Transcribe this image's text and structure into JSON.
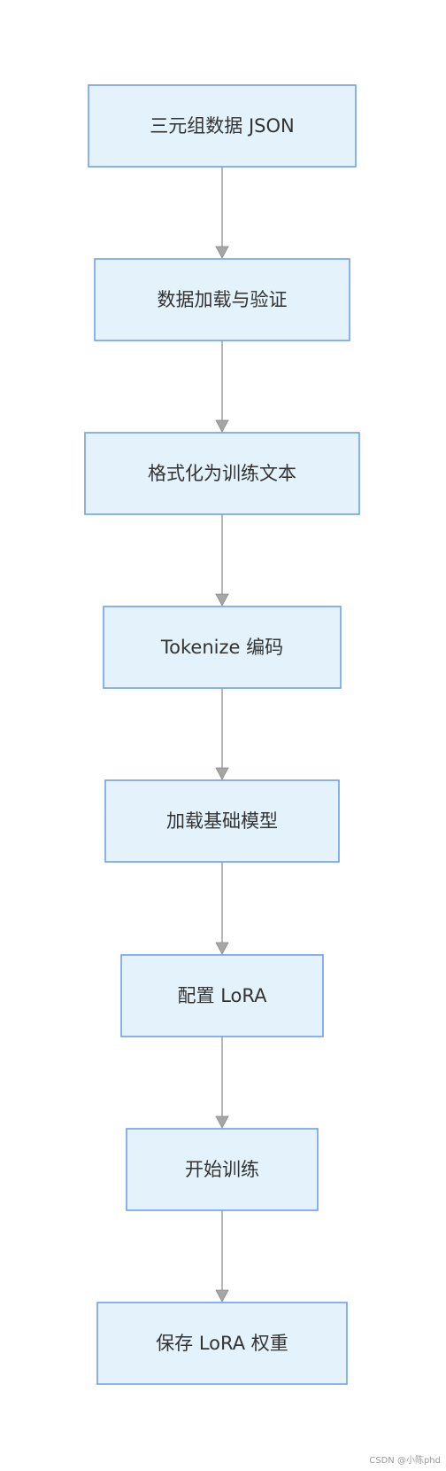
{
  "diagram": {
    "nodes": [
      {
        "id": "n1",
        "label": "三元组数据 JSON"
      },
      {
        "id": "n2",
        "label": "数据加载与验证"
      },
      {
        "id": "n3",
        "label": "格式化为训练文本"
      },
      {
        "id": "n4",
        "label": "Tokenize 编码"
      },
      {
        "id": "n5",
        "label": "加载基础模型"
      },
      {
        "id": "n6",
        "label": "配置 LoRA"
      },
      {
        "id": "n7",
        "label": "开始训练"
      },
      {
        "id": "n8",
        "label": "保存 LoRA 权重"
      }
    ],
    "edges": [
      {
        "from": "n1",
        "to": "n2"
      },
      {
        "from": "n2",
        "to": "n3"
      },
      {
        "from": "n3",
        "to": "n4"
      },
      {
        "from": "n4",
        "to": "n5"
      },
      {
        "from": "n5",
        "to": "n6"
      },
      {
        "from": "n6",
        "to": "n7"
      },
      {
        "from": "n7",
        "to": "n8"
      }
    ],
    "colors": {
      "node_fill": "#e3f2fb",
      "node_border": "#6ea0ee",
      "edge": "#9a9a9a",
      "text": "#333333"
    }
  },
  "watermark": "CSDN @小陈phd"
}
